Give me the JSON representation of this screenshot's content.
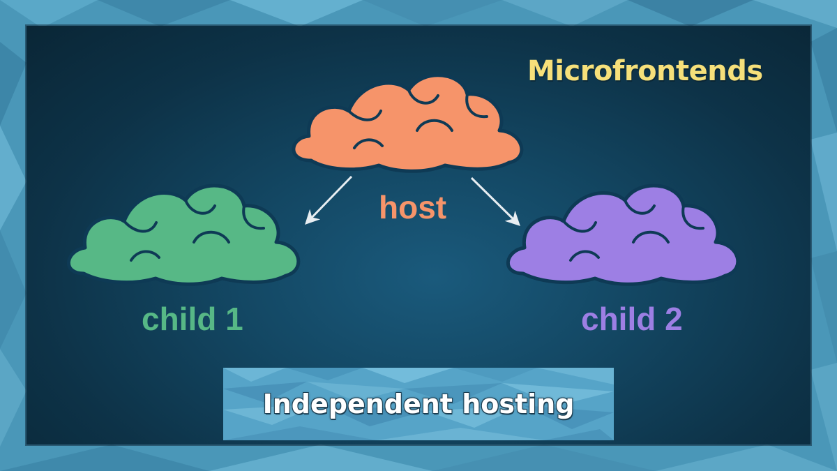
{
  "title": "Microfrontends",
  "nodes": {
    "host": {
      "label": "host",
      "color": "#f6946a"
    },
    "child1": {
      "label": "child 1",
      "color": "#57b886"
    },
    "child2": {
      "label": "child 2",
      "color": "#9d7fe4"
    }
  },
  "edges": [
    {
      "from": "host",
      "to": "child1"
    },
    {
      "from": "host",
      "to": "child2"
    }
  ],
  "banner": {
    "text": "Independent hosting"
  },
  "colors": {
    "title": "#f6e07a",
    "outline": "#0e3a55",
    "arrow": "#e8eef2",
    "frame": "#4a97b8"
  }
}
